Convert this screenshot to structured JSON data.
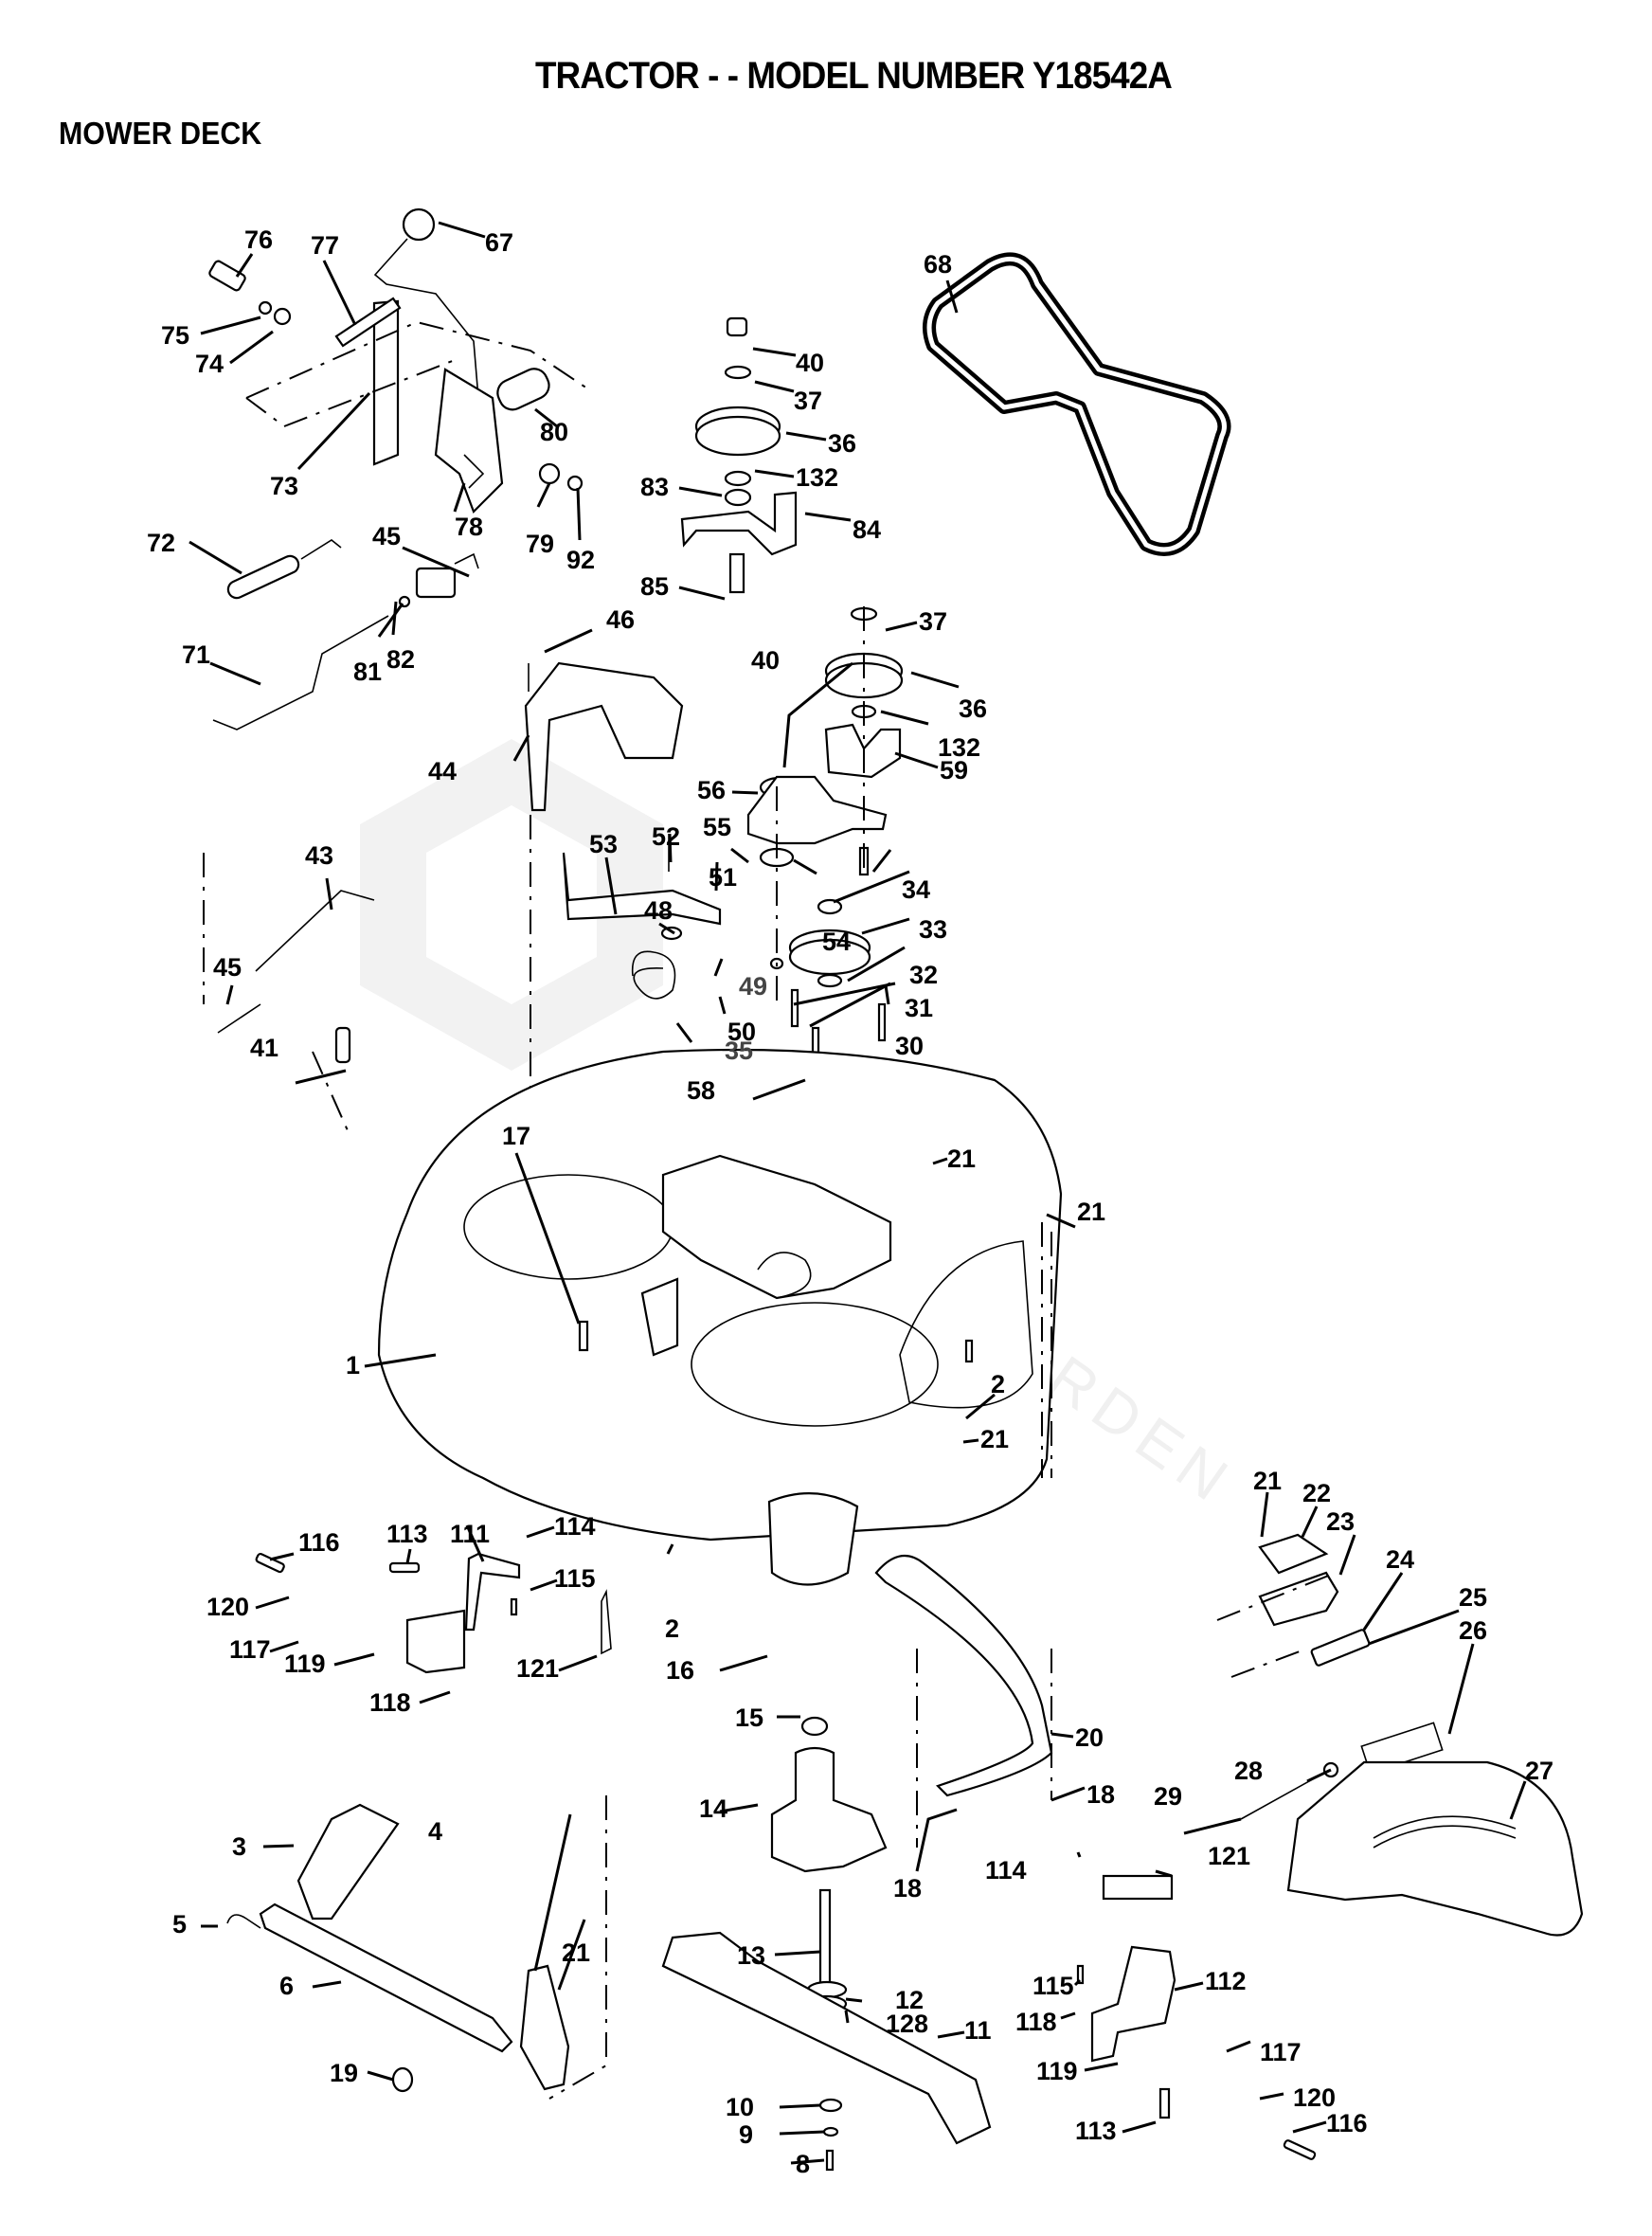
{
  "header": {
    "title": "TRACTOR - - MODEL NUMBER Y18542A",
    "section": "MOWER DECK",
    "model_number": "Y18542A"
  },
  "watermark": {
    "text": "GARDEN"
  },
  "callouts": [
    {
      "id": "c76",
      "label": "76"
    },
    {
      "id": "c77",
      "label": "77"
    },
    {
      "id": "c67",
      "label": "67"
    },
    {
      "id": "c75",
      "label": "75"
    },
    {
      "id": "c74",
      "label": "74"
    },
    {
      "id": "c73",
      "label": "73"
    },
    {
      "id": "c80",
      "label": "80"
    },
    {
      "id": "c78",
      "label": "78"
    },
    {
      "id": "c79",
      "label": "79"
    },
    {
      "id": "c92",
      "label": "92"
    },
    {
      "id": "c72",
      "label": "72"
    },
    {
      "id": "c45a",
      "label": "45"
    },
    {
      "id": "c81",
      "label": "81"
    },
    {
      "id": "c82",
      "label": "82"
    },
    {
      "id": "c71",
      "label": "71"
    },
    {
      "id": "c40a",
      "label": "40"
    },
    {
      "id": "c37a",
      "label": "37"
    },
    {
      "id": "c36a",
      "label": "36"
    },
    {
      "id": "c132a",
      "label": "132"
    },
    {
      "id": "c83",
      "label": "83"
    },
    {
      "id": "c84",
      "label": "84"
    },
    {
      "id": "c85",
      "label": "85"
    },
    {
      "id": "c68",
      "label": "68"
    },
    {
      "id": "c46",
      "label": "46"
    },
    {
      "id": "c44",
      "label": "44"
    },
    {
      "id": "c37b",
      "label": "37"
    },
    {
      "id": "c40b",
      "label": "40"
    },
    {
      "id": "c36b",
      "label": "36"
    },
    {
      "id": "c132b",
      "label": "132"
    },
    {
      "id": "c56",
      "label": "56"
    },
    {
      "id": "c59",
      "label": "59"
    },
    {
      "id": "c55",
      "label": "55"
    },
    {
      "id": "c53",
      "label": "53"
    },
    {
      "id": "c52",
      "label": "52"
    },
    {
      "id": "c51",
      "label": "51"
    },
    {
      "id": "c34",
      "label": "34"
    },
    {
      "id": "c43",
      "label": "43"
    },
    {
      "id": "c48",
      "label": "48"
    },
    {
      "id": "c54",
      "label": "54"
    },
    {
      "id": "c33",
      "label": "33"
    },
    {
      "id": "c49",
      "label": "49"
    },
    {
      "id": "c32",
      "label": "32"
    },
    {
      "id": "c45b",
      "label": "45"
    },
    {
      "id": "c50",
      "label": "50"
    },
    {
      "id": "c31",
      "label": "31"
    },
    {
      "id": "c41",
      "label": "41"
    },
    {
      "id": "c30",
      "label": "30"
    },
    {
      "id": "c35",
      "label": "35"
    },
    {
      "id": "c58",
      "label": "58"
    },
    {
      "id": "c21a",
      "label": "21"
    },
    {
      "id": "c17",
      "label": "17"
    },
    {
      "id": "c21b",
      "label": "21"
    },
    {
      "id": "c1",
      "label": "1"
    },
    {
      "id": "c2a",
      "label": "2"
    },
    {
      "id": "c21c",
      "label": "21"
    },
    {
      "id": "c21d",
      "label": "21"
    },
    {
      "id": "c22",
      "label": "22"
    },
    {
      "id": "c23",
      "label": "23"
    },
    {
      "id": "c24",
      "label": "24"
    },
    {
      "id": "c25",
      "label": "25"
    },
    {
      "id": "c26",
      "label": "26"
    },
    {
      "id": "c113a",
      "label": "113"
    },
    {
      "id": "c111",
      "label": "111"
    },
    {
      "id": "c114a",
      "label": "114"
    },
    {
      "id": "c116a",
      "label": "116"
    },
    {
      "id": "c115a",
      "label": "115"
    },
    {
      "id": "c120a",
      "label": "120"
    },
    {
      "id": "c2b",
      "label": "2"
    },
    {
      "id": "c117a",
      "label": "117"
    },
    {
      "id": "c119a",
      "label": "119"
    },
    {
      "id": "c121a",
      "label": "121"
    },
    {
      "id": "c16",
      "label": "16"
    },
    {
      "id": "c118a",
      "label": "118"
    },
    {
      "id": "c15",
      "label": "15"
    },
    {
      "id": "c20",
      "label": "20"
    },
    {
      "id": "c28",
      "label": "28"
    },
    {
      "id": "c27",
      "label": "27"
    },
    {
      "id": "c29",
      "label": "29"
    },
    {
      "id": "c14",
      "label": "14"
    },
    {
      "id": "c18a",
      "label": "18"
    },
    {
      "id": "c3",
      "label": "3"
    },
    {
      "id": "c4",
      "label": "4"
    },
    {
      "id": "c18b",
      "label": "18"
    },
    {
      "id": "c114b",
      "label": "114"
    },
    {
      "id": "c121b",
      "label": "121"
    },
    {
      "id": "c5",
      "label": "5"
    },
    {
      "id": "c6",
      "label": "6"
    },
    {
      "id": "c21e",
      "label": "21"
    },
    {
      "id": "c13",
      "label": "13"
    },
    {
      "id": "c115b",
      "label": "115"
    },
    {
      "id": "c112",
      "label": "112"
    },
    {
      "id": "c12",
      "label": "12"
    },
    {
      "id": "c128",
      "label": "128"
    },
    {
      "id": "c118b",
      "label": "118"
    },
    {
      "id": "c11",
      "label": "11"
    },
    {
      "id": "c19",
      "label": "19"
    },
    {
      "id": "c119b",
      "label": "119"
    },
    {
      "id": "c117b",
      "label": "117"
    },
    {
      "id": "c10",
      "label": "10"
    },
    {
      "id": "c120b",
      "label": "120"
    },
    {
      "id": "c9",
      "label": "9"
    },
    {
      "id": "c113b",
      "label": "113"
    },
    {
      "id": "c116b",
      "label": "116"
    },
    {
      "id": "c8",
      "label": "8"
    }
  ]
}
